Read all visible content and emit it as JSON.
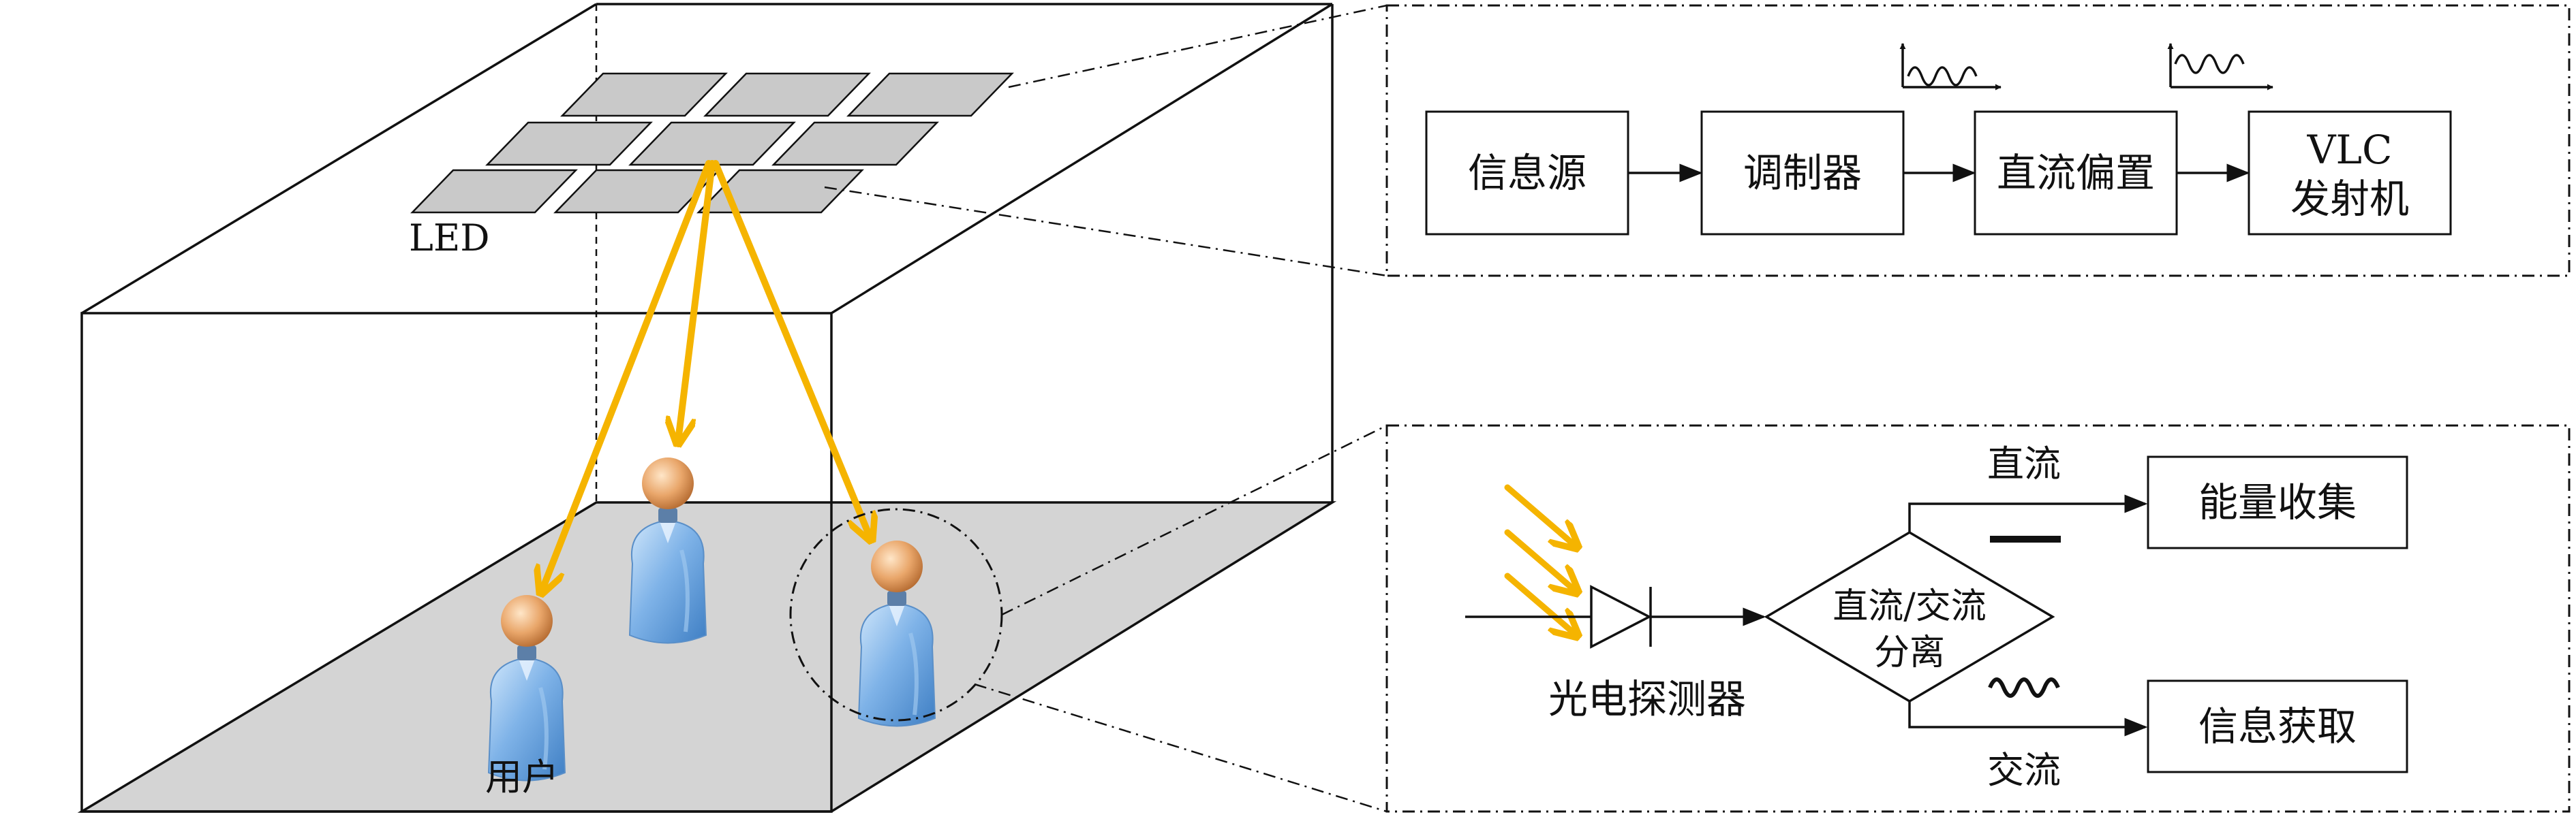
{
  "room": {
    "led_label": "LED",
    "user_label": "用户"
  },
  "transmitter": {
    "blocks": [
      {
        "id": "info-source",
        "lines": [
          "信息源"
        ]
      },
      {
        "id": "modulator",
        "lines": [
          "调制器"
        ]
      },
      {
        "id": "dc-bias",
        "lines": [
          "直流偏置"
        ]
      },
      {
        "id": "vlc-transmitter",
        "lines": [
          "VLC",
          "发射机"
        ]
      }
    ]
  },
  "receiver": {
    "photodetector_label": "光电探测器",
    "splitter_lines": [
      "直流/交流",
      "分离"
    ],
    "dc_label": "直流",
    "ac_label": "交流",
    "energy_harvest": "能量收集",
    "info_acquire": "信息获取"
  },
  "colors": {
    "beam": "#F5B400",
    "floor": "#D4D4D4",
    "led_panel": "#C9C9C9",
    "line": "#111111",
    "person_body": "#6FA6DF",
    "person_head": "#E6A86A"
  }
}
